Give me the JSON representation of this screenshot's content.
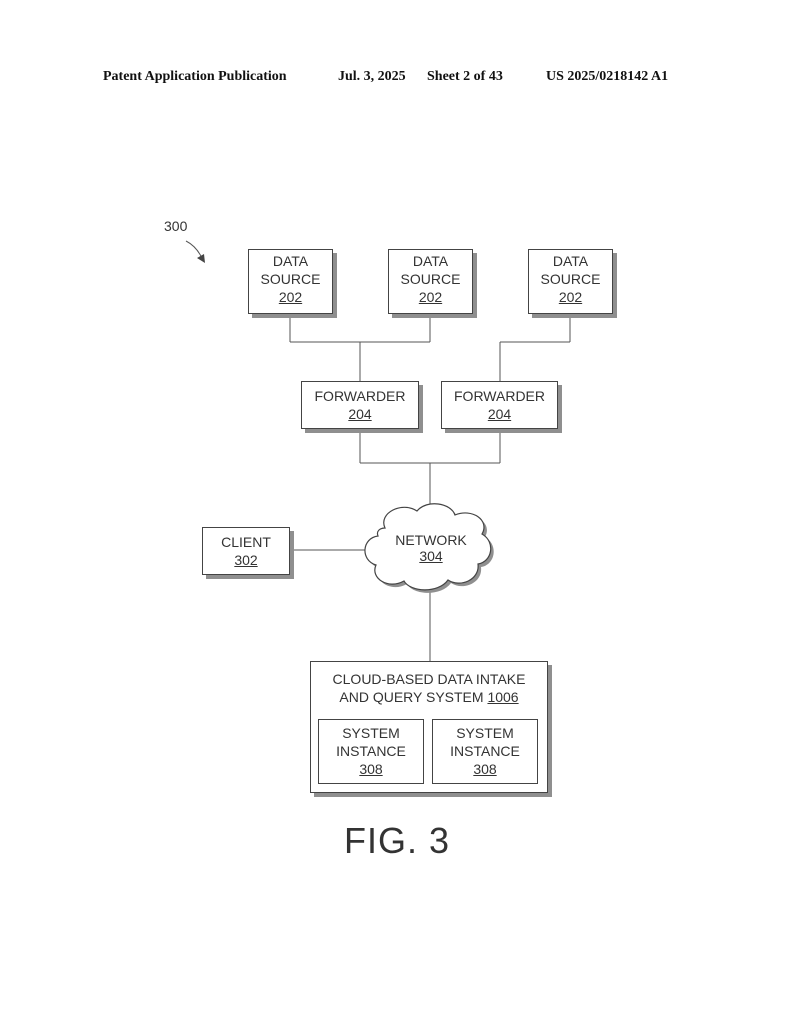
{
  "header": {
    "publication": "Patent Application Publication",
    "date": "Jul. 3, 2025",
    "sheet": "Sheet 2 of 43",
    "number": "US 2025/0218142 A1"
  },
  "figure_ref": "300",
  "data_sources": [
    {
      "line1": "DATA",
      "line2": "SOURCE",
      "ref": "202"
    },
    {
      "line1": "DATA",
      "line2": "SOURCE",
      "ref": "202"
    },
    {
      "line1": "DATA",
      "line2": "SOURCE",
      "ref": "202"
    }
  ],
  "forwarders": [
    {
      "label": "FORWARDER",
      "ref": "204"
    },
    {
      "label": "FORWARDER",
      "ref": "204"
    }
  ],
  "client": {
    "label": "CLIENT",
    "ref": "302"
  },
  "network": {
    "label": "NETWORK",
    "ref": "304"
  },
  "system": {
    "line1": "CLOUD-BASED DATA INTAKE",
    "line2": "AND QUERY SYSTEM",
    "ref": "1006",
    "instances": [
      {
        "line1": "SYSTEM",
        "line2": "INSTANCE",
        "ref": "308"
      },
      {
        "line1": "SYSTEM",
        "line2": "INSTANCE",
        "ref": "308"
      }
    ]
  },
  "caption": "FIG. 3"
}
